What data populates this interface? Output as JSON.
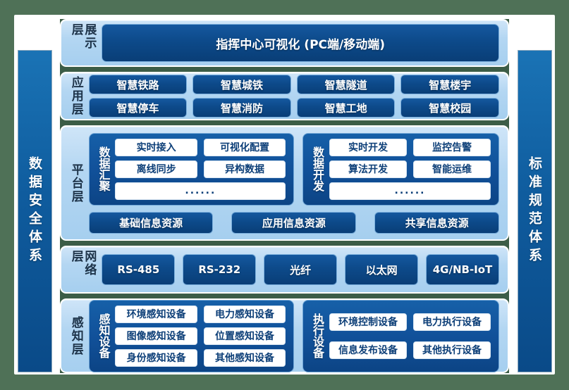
{
  "sidebars": {
    "left": "数据安全体系",
    "right": "标准规范体系"
  },
  "layers": {
    "display": {
      "label": "展示层",
      "banner": "指挥中心可视化 (PC端/移动端)"
    },
    "application": {
      "label": "应用层",
      "buttons": [
        "智慧铁路",
        "智慧城铁",
        "智慧隧道",
        "智慧楼宇",
        "智慧停车",
        "智慧消防",
        "智慧工地",
        "智慧校园"
      ]
    },
    "platform": {
      "label": "平台层",
      "data_aggregation": {
        "title": "数据汇聚",
        "buttons": [
          "实时接入",
          "可视化配置",
          "离线同步",
          "异构数据",
          "......"
        ]
      },
      "data_development": {
        "title": "数据开发",
        "buttons": [
          "实时开发",
          "监控告警",
          "算法开发",
          "智能运维",
          "......"
        ]
      },
      "resources": [
        "基础信息资源",
        "应用信息资源",
        "共享信息资源"
      ]
    },
    "network": {
      "label": "网络层",
      "buttons": [
        "RS-485",
        "RS-232",
        "光纤",
        "以太网",
        "4G/NB-IoT"
      ]
    },
    "perception": {
      "label": "感知层",
      "sensing": {
        "title": "感知设备",
        "buttons": [
          "环境感知设备",
          "电力感知设备",
          "图像感知设备",
          "位置感知设备",
          "身份感知设备",
          "其他感知设备"
        ]
      },
      "execution": {
        "title": "执行设备",
        "buttons": [
          "环境控制设备",
          "电力执行设备",
          "信息发布设备",
          "其他执行设备"
        ]
      }
    }
  },
  "colors": {
    "frame_green": "#4f7157",
    "panel_light_blue": "#b3d6f2",
    "block_blue": "#0d4a8a",
    "sidebar_blue": "#0f5c9e",
    "white_button_text": "#0d3f78"
  }
}
